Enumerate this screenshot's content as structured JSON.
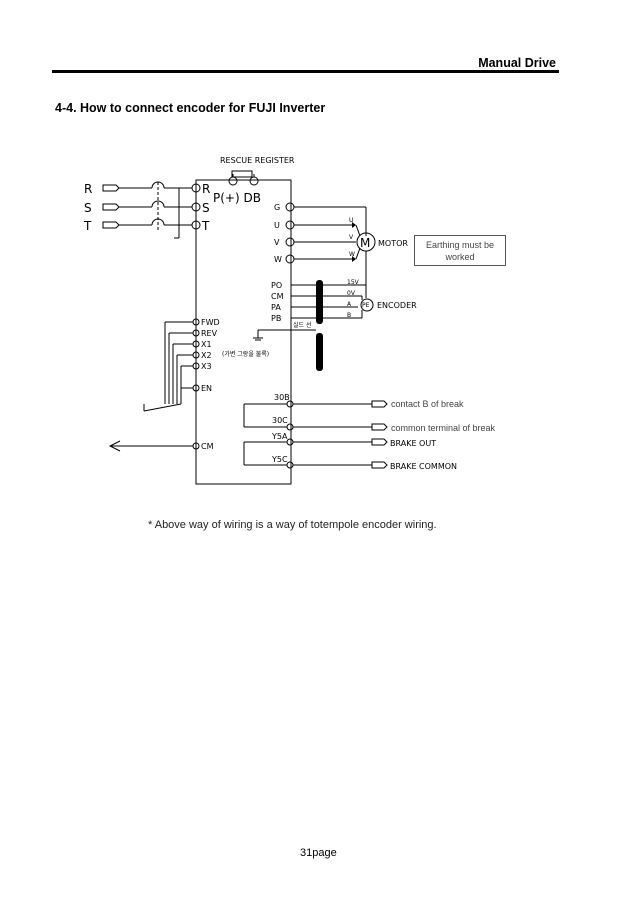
{
  "header": {
    "title": "Manual Drive"
  },
  "section": {
    "heading": "4-4. How to connect encoder for FUJI Inverter"
  },
  "diagram": {
    "rescue_register": "RESCUE REGISTER",
    "bus_label": "P(+) DB",
    "input_left": [
      "R",
      "S",
      "T"
    ],
    "input_terminals": [
      "R",
      "S",
      "T"
    ],
    "output_terminals": [
      "G",
      "U",
      "V",
      "W"
    ],
    "motor_symbol": "M",
    "motor_label": "MOTOR",
    "motor_phases": [
      "U",
      "V",
      "W"
    ],
    "encoder_terminals": [
      "PO",
      "CM",
      "PA",
      "PB"
    ],
    "encoder_pins": [
      "15V",
      "0V",
      "A",
      "B"
    ],
    "encoder_symbol": "PE",
    "encoder_label": "ENCODER",
    "shield_label": "실드 선",
    "ground_note": "(가변 그랑을 불록)",
    "control_terminals": [
      "FWD",
      "REV",
      "X1",
      "X2",
      "X3"
    ],
    "enable_terminal": "EN",
    "common_terminal": "CM",
    "relay_terminals": [
      "30B",
      "30C",
      "Y5A",
      "Y5C"
    ],
    "relay_notes": [
      "contact B of break",
      "common terminal of break"
    ],
    "brake_outputs": [
      "BRAKE OUT",
      "BRAKE COMMON"
    ],
    "earthing_note": "Earthing must be worked"
  },
  "footnote": "* Above way of wiring is a way of totempole encoder wiring.",
  "page_number": "31page"
}
